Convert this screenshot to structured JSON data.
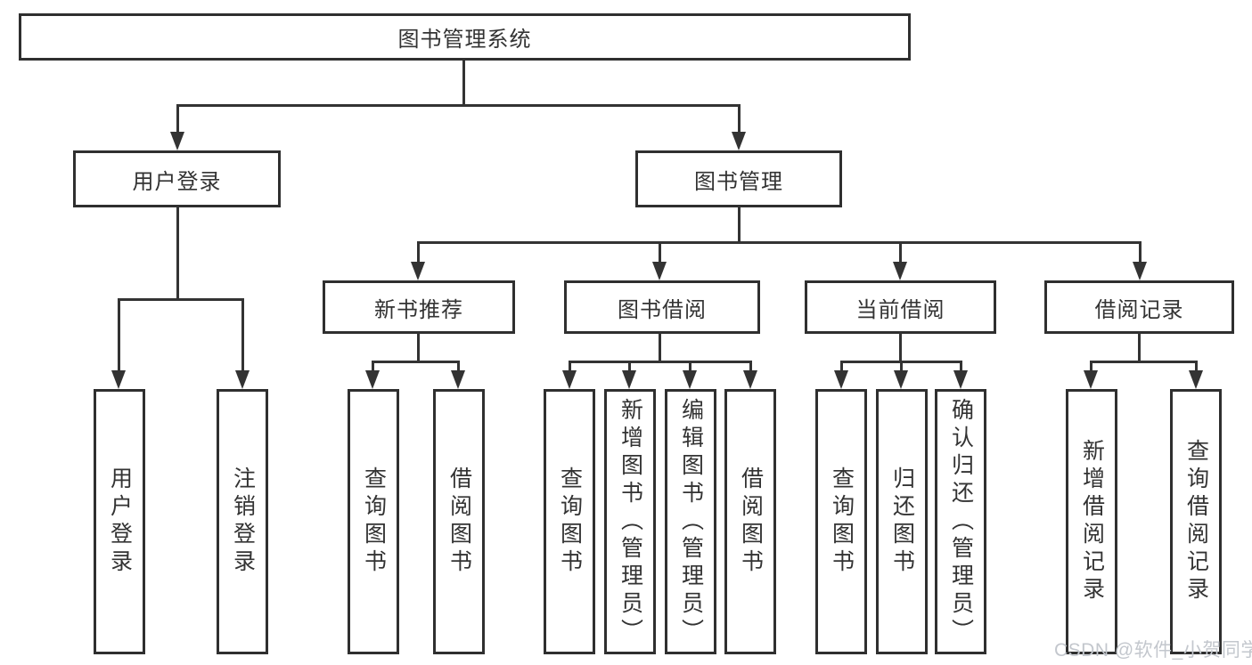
{
  "diagram": {
    "root_label": "图书管理系统",
    "level1": [
      "用户登录",
      "图书管理"
    ],
    "level2": [
      "新书推荐",
      "图书借阅",
      "当前借阅",
      "借阅记录"
    ],
    "leaves": [
      "用户登录",
      "注销登录",
      "查询图书",
      "借阅图书",
      "查询图书",
      "新增图书（管理员）",
      "编辑图书（管理员）",
      "借阅图书",
      "查询图书",
      "归还图书",
      "确认归还（管理员）",
      "新增借阅记录",
      "查询借阅记录"
    ],
    "watermark": "CSDN @软件_小贺同学",
    "colors": {
      "line": "#333333",
      "text": "#333333",
      "background": "#ffffff",
      "watermark": "#c3c7cd"
    }
  }
}
